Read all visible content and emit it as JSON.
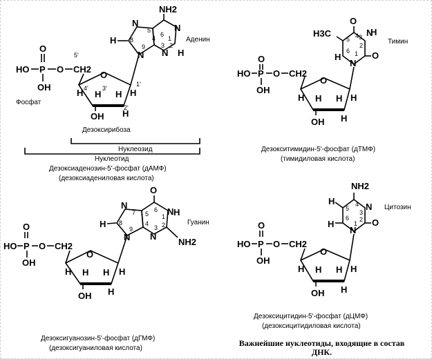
{
  "atoms": {
    "phosphorus": "P",
    "oxygen": "O",
    "hydroxyl": "OH",
    "hydroxyl_left": "HO",
    "hydrogen": "H",
    "nitrogen": "N",
    "amino": "NH2",
    "ch2": "CH2",
    "methyl": "H3C"
  },
  "ring_numbers": [
    "1",
    "2",
    "3",
    "4",
    "5",
    "6",
    "7",
    "8",
    "9"
  ],
  "sugar_numbers": [
    "1'",
    "2'",
    "3'",
    "4'",
    "5'"
  ],
  "damp": {
    "base_name": "Аденин",
    "phosphate_label": "Фосфат",
    "sugar_label": "Дезоксирибоза",
    "nucleoside_label": "Нуклеозид",
    "nucleotide_label": "Нуклеотид",
    "name": "Дезоксиаденозин-5'-фосфат (дАМФ)",
    "acid": "(дезоксиадениловая кислота)"
  },
  "dtmp": {
    "base_name": "Тимин",
    "name": "Дезокситимидин-5'-фосфат (дТМФ)",
    "acid": "(тимидиловая кислота)"
  },
  "dgmp": {
    "base_name": "Гуанин",
    "name": "Дезоксигуанозин-5'-фосфат (дГМФ)",
    "acid": "(дезоксигуаниловая кислота)"
  },
  "dcmp": {
    "base_name": "Цитозин",
    "name": "Дезоксицитидин-5'-фосфат (дЦМФ)",
    "acid": "(дезоксицитидиловая кислота)"
  },
  "footer": {
    "line1": "Важнейшие нуклеотиды, входящие в состав",
    "line2": "ДНК."
  }
}
